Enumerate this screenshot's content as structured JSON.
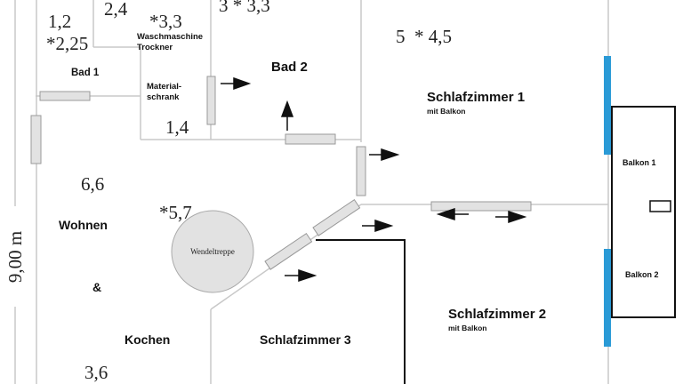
{
  "title": "Grundriss",
  "dimension": {
    "height_label": "9,00 m"
  },
  "measurements": {
    "bad1_a": "1,2",
    "bad1_b": "*2,25",
    "wasch_a": "2,4",
    "wasch_b": "*3,3",
    "bad2": "3 * 3,3",
    "material": "1,4",
    "schlaf1": "5  * 4,5",
    "wohnen_a": "6,6",
    "wohnen_b": "*5,7",
    "kochen": "3,6"
  },
  "rooms": {
    "bad1": "Bad 1",
    "bad2": "Bad 2",
    "waschmaschine": "Waschmaschine",
    "trockner": "Trockner",
    "material_1": "Material-",
    "material_2": "schrank",
    "schlaf1": "Schlafzimmer 1",
    "schlaf1_sub": "mit Balkon",
    "schlaf2": "Schlafzimmer 2",
    "schlaf2_sub": "mit Balkon",
    "schlaf3": "Schlafzimmer 3",
    "wohnen": "Wohnen",
    "und": "&",
    "kochen": "Kochen",
    "treppe": "Wendeltreppe",
    "balkon1": "Balkon 1",
    "balkon2": "Balkon 2"
  },
  "colors": {
    "window": "#2a9ad6",
    "wall": "#c8c8c8",
    "door": "#e2e2e2"
  }
}
